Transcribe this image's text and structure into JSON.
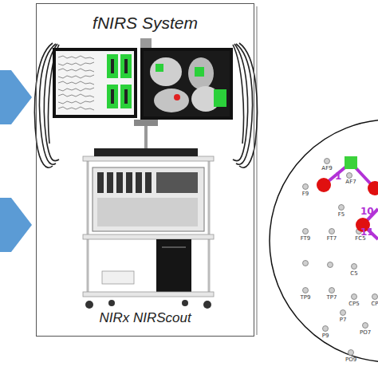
{
  "diagram": {
    "nodes": [
      {
        "text": [
          "fNIRS System",
          "NIRx NIRScout"
        ]
      }
    ],
    "labels": [
      "AF9",
      "F9",
      "AF7",
      "F5",
      "FT9",
      "FT7",
      "FC5",
      "C5",
      "TP9",
      "TP7",
      "CP5",
      "CP",
      "P7",
      "P9",
      "PO7",
      "PO9",
      "1",
      "10",
      "11"
    ]
  }
}
